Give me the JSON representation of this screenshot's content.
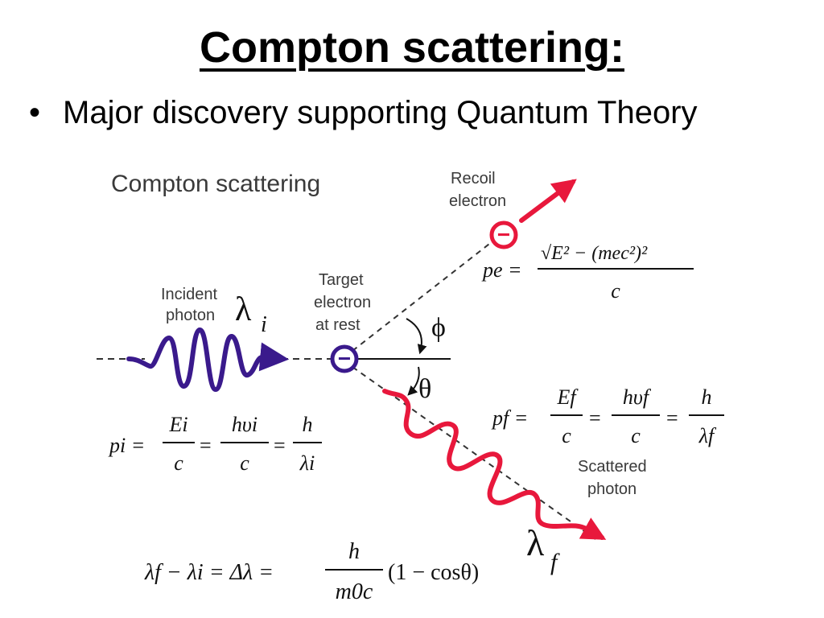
{
  "slide": {
    "title": "Compton scattering:",
    "bullet": "•",
    "bullet_text": "Major discovery supporting Quantum Theory"
  },
  "figure": {
    "title": "Compton scattering",
    "labels": {
      "incident_line1": "Incident",
      "incident_line2": "photon",
      "target_line1": "Target",
      "target_line2": "electron",
      "target_line3": "at rest",
      "recoil_line1": "Recoil",
      "recoil_line2": "electron",
      "scattered_line1": "Scattered",
      "scattered_line2": "photon",
      "phi": "ϕ",
      "theta": "θ",
      "lambda_i": "λ",
      "lambda_i_sub": "i",
      "lambda_f": "λ",
      "lambda_f_sub": "f",
      "electron_symbol": "−"
    },
    "equations": {
      "pe_lhs": "pe =",
      "pe_num": "√E² − (mec²)²",
      "pe_den": "c",
      "pf_lhs": "pf =",
      "pf_frac1_num": "Ef",
      "pf_frac1_den": "c",
      "pf_eq2": "=",
      "pf_frac2_num": "hυf",
      "pf_frac2_den": "c",
      "pf_eq3": "=",
      "pf_frac3_num": "h",
      "pf_frac3_den": "λf",
      "pi_lhs": "pi =",
      "pi_frac1_num": "Ei",
      "pi_frac1_den": "c",
      "pi_eq2": "=",
      "pi_frac2_num": "hυi",
      "pi_frac2_den": "c",
      "pi_eq3": "=",
      "pi_frac3_num": "h",
      "pi_frac3_den": "λi",
      "shift_lhs": "λf − λi = Δλ =",
      "shift_num": "h",
      "shift_den": "m0c",
      "shift_rhs": "(1 − cosθ)"
    },
    "colors": {
      "incident_wave": "#3a1a8c",
      "scattered_wave": "#e8183c",
      "recoil_arrow": "#e8183c",
      "target_electron": "#3a1a8c",
      "recoil_electron": "#e8183c"
    }
  }
}
